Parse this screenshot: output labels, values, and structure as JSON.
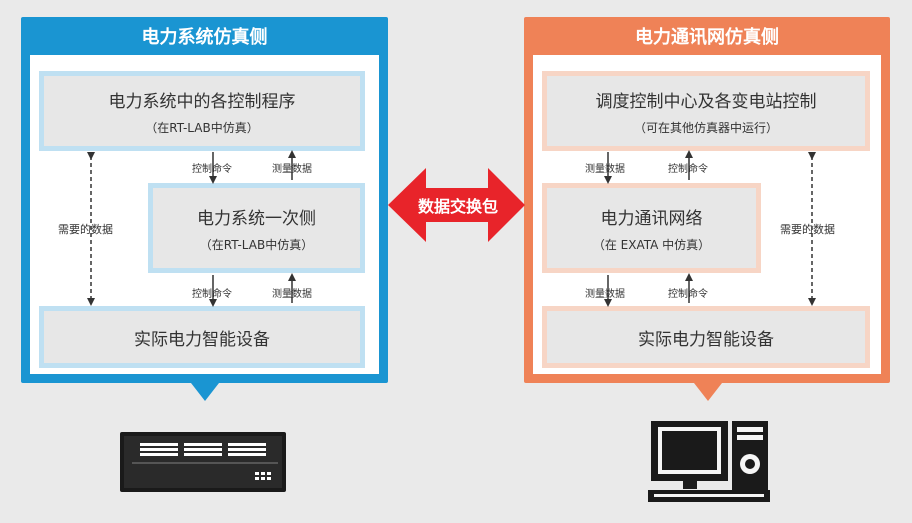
{
  "left": {
    "title": "电力系统仿真侧",
    "top_box": {
      "title": "电力系统中的各控制程序",
      "sub": "（在RT-LAB中仿真）"
    },
    "mid_box": {
      "title": "电力系统一次侧",
      "sub": "（在RT-LAB中仿真）"
    },
    "bottom_box": {
      "title": "实际电力智能设备"
    },
    "side_label": "需要的数据",
    "upper_down_label": "控制命令",
    "upper_up_label": "测量数据",
    "lower_down_label": "控制命令",
    "lower_up_label": "测量数据"
  },
  "right": {
    "title": "电力通讯网仿真侧",
    "top_box": {
      "title": "调度控制中心及各变电站控制",
      "sub": "（可在其他仿真器中运行）"
    },
    "mid_box": {
      "title": "电力通讯网络",
      "sub": "（在 EXATA 中仿真）"
    },
    "bottom_box": {
      "title": "实际电力智能设备"
    },
    "side_label": "需要的数据",
    "upper_down_label": "测量数据",
    "upper_up_label": "控制命令",
    "lower_down_label": "测量数据",
    "lower_up_label": "控制命令"
  },
  "exchange_label": "数据交换包",
  "colors": {
    "blue": "#1a95d2",
    "orange": "#ef8257",
    "red": "#e8242a"
  },
  "icons": {
    "left_device": "rack-server-icon",
    "right_device": "desktop-computer-icon"
  }
}
